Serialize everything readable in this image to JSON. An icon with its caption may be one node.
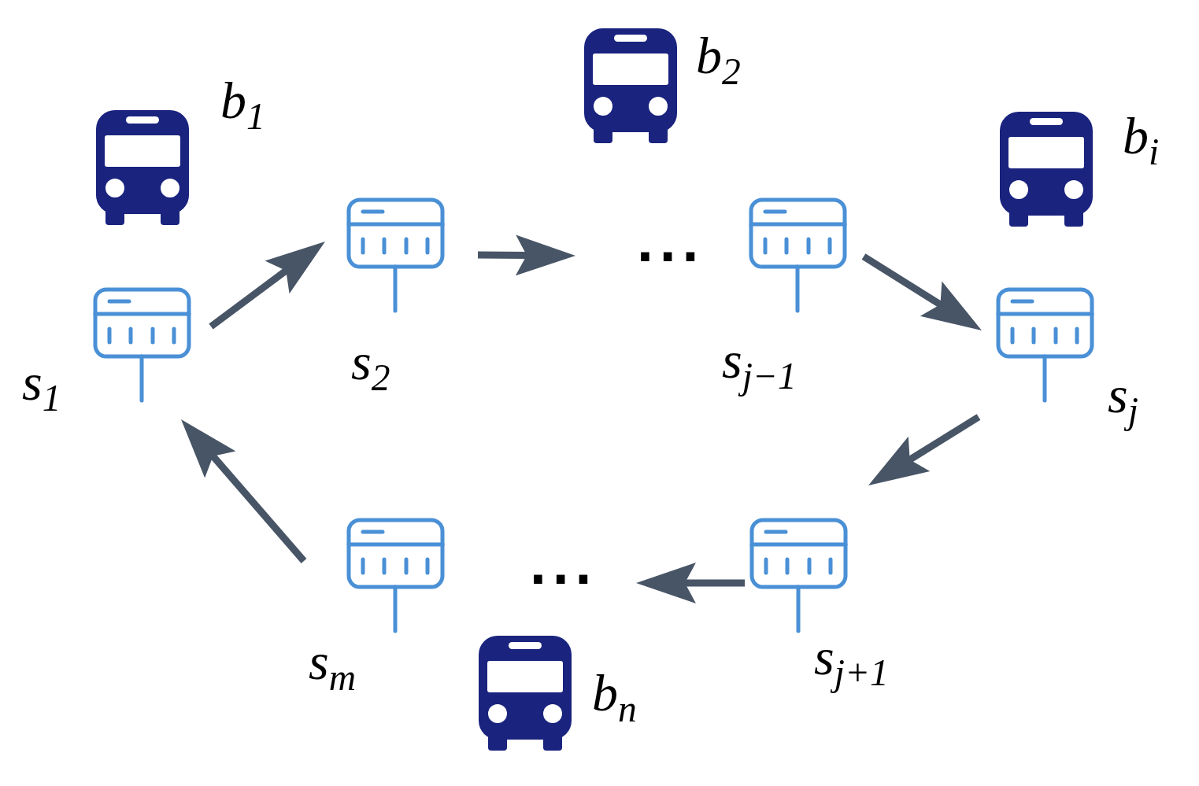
{
  "diagram": {
    "nodes": [
      {
        "text": [
          "*s*$_{1}$"
        ]
      },
      {
        "text": [
          "*s*$_{2}$"
        ]
      },
      {
        "text": [
          "..."
        ]
      },
      {
        "text": [
          "*s*$_{j−1}$"
        ]
      },
      {
        "text": [
          "*s*$_{j}$"
        ]
      },
      {
        "text": [
          "*s*$_{j+1}$"
        ]
      },
      {
        "text": [
          "..."
        ]
      },
      {
        "text": [
          "*s*$_{m}$"
        ]
      }
    ],
    "edges": [
      {
        "from": 0,
        "to": 1,
        "arrow": "to"
      },
      {
        "from": 1,
        "to": 2,
        "arrow": "to"
      },
      {
        "from": 3,
        "to": 4,
        "arrow": "to"
      },
      {
        "from": 4,
        "to": 5,
        "arrow": "to"
      },
      {
        "from": 5,
        "to": 6,
        "arrow": "to"
      },
      {
        "from": 7,
        "to": 0,
        "arrow": "to"
      }
    ],
    "labels": [
      "*b*$_{2}$",
      "*b*$_{1}$",
      "*b*$_{i}$",
      "*b*$_{n}$"
    ]
  }
}
